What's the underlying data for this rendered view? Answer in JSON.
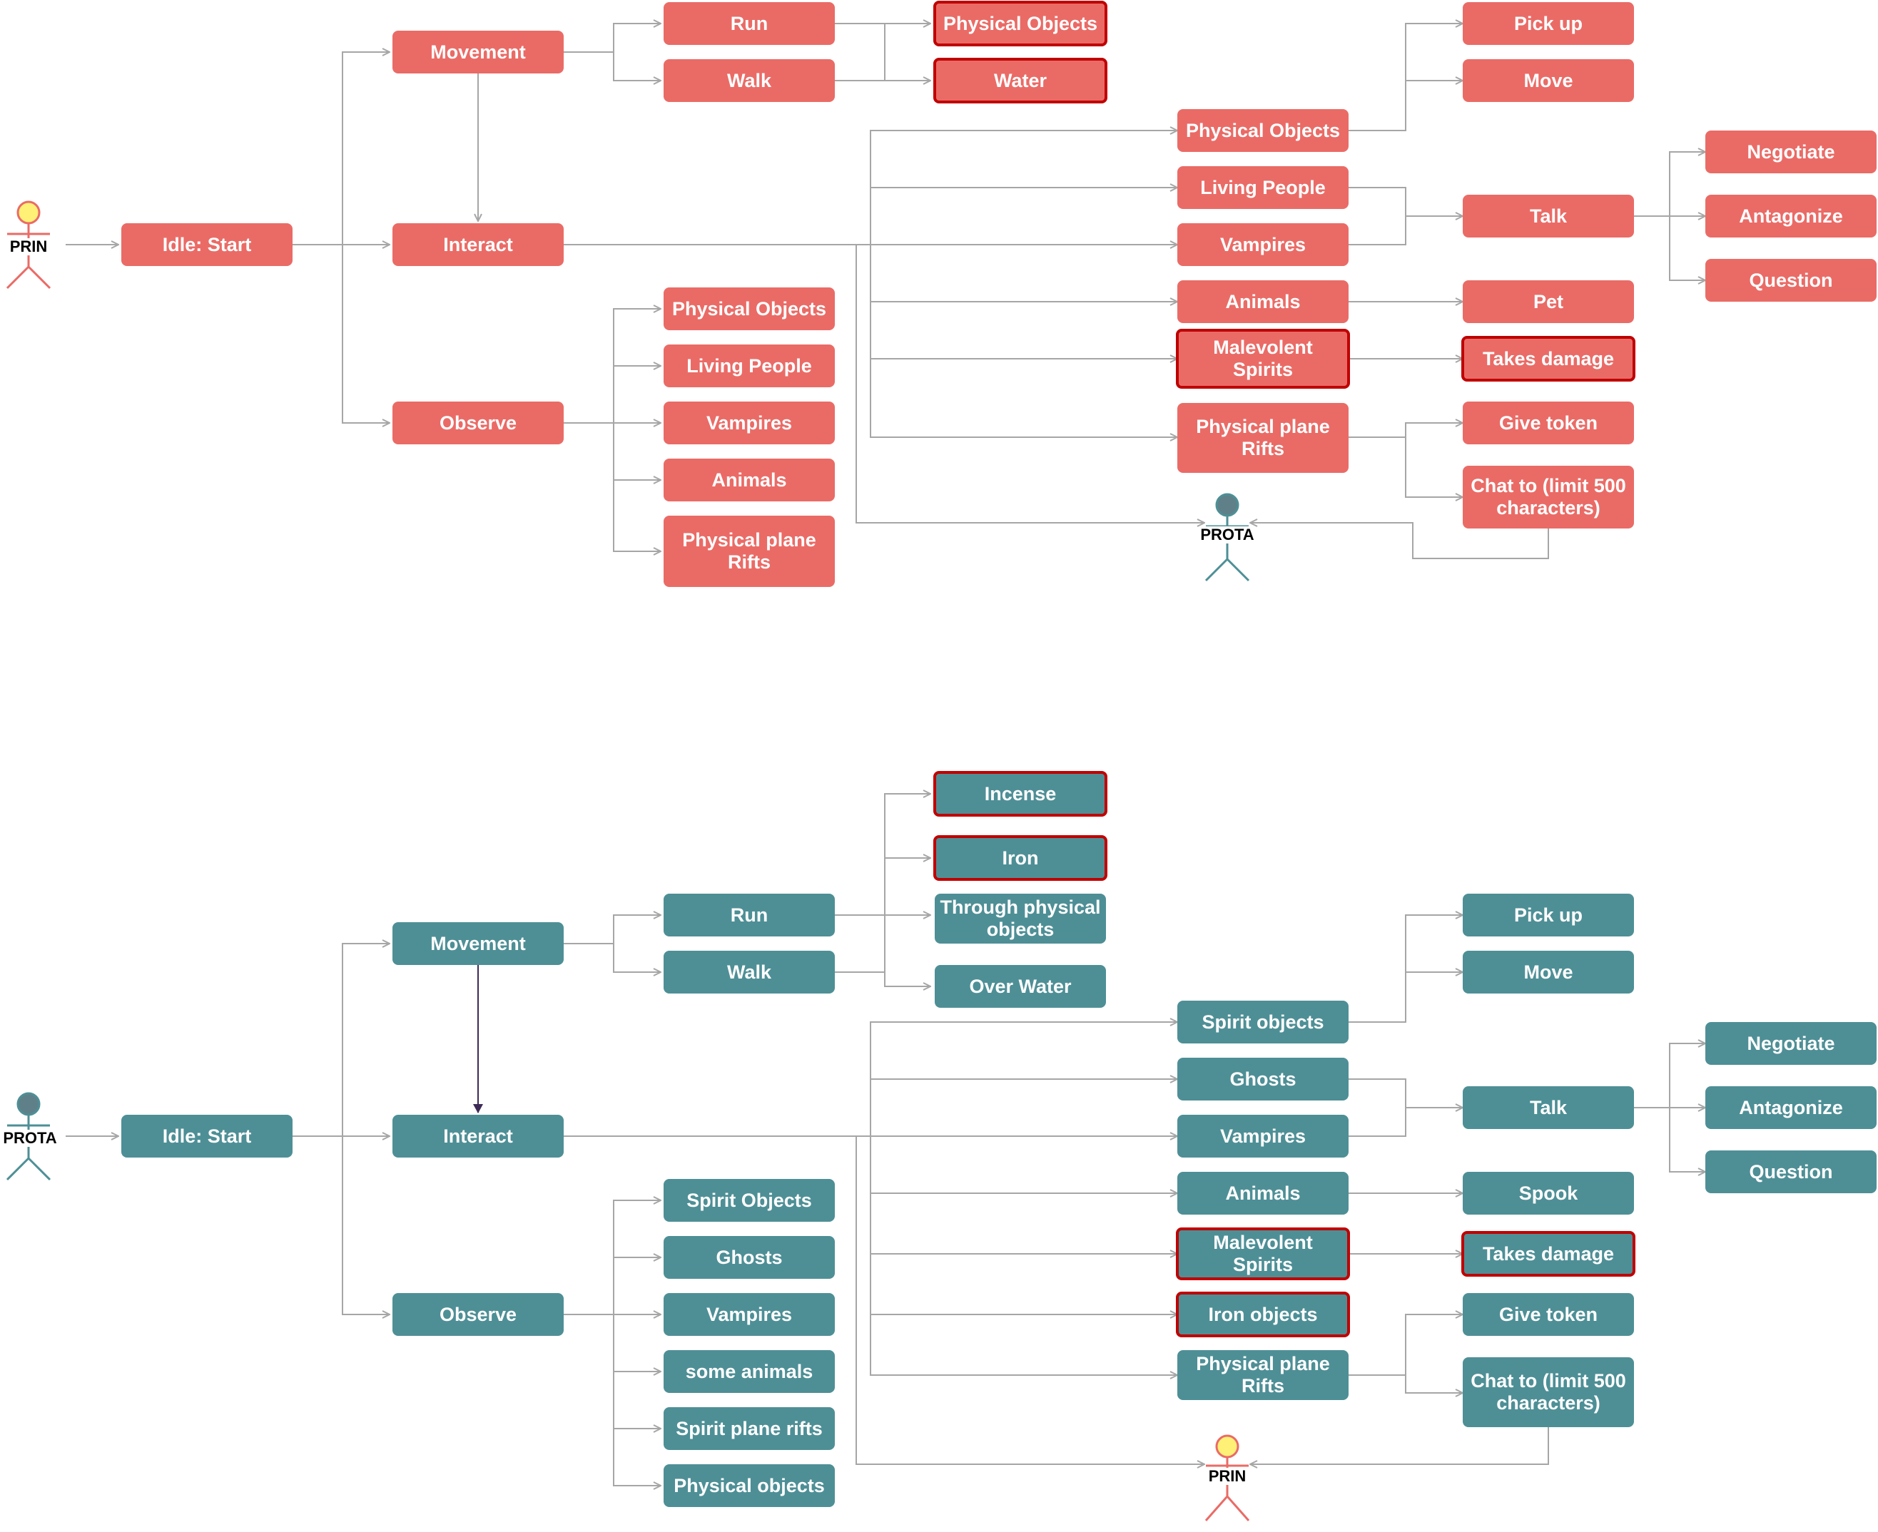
{
  "colors": {
    "red": "#EA6B66",
    "teal": "#4E8F96",
    "highlight_border": "#C00000",
    "edge": "#A6A6A6",
    "edge_dark": "#3D2B56",
    "actor_head_prin": "#FFF176",
    "actor_head_prota": "#5F8088"
  },
  "top": {
    "actor_start": "PRIN",
    "actor_end": "PROTA",
    "idle": "Idle: Start",
    "movement": "Movement",
    "interact": "Interact",
    "observe": "Observe",
    "run": "Run",
    "walk": "Walk",
    "move_target_1": "Physical Objects",
    "move_target_2": "Water",
    "obs_1": "Physical Objects",
    "obs_2": "Living People",
    "obs_3": "Vampires",
    "obs_4": "Animals",
    "obs_5": "Physical plane Rifts",
    "int_1": "Physical Objects",
    "int_2": "Living People",
    "int_3": "Vampires",
    "int_4": "Animals",
    "int_5": "Malevolent Spirits",
    "int_6": "Physical plane Rifts",
    "pickup": "Pick up",
    "move": "Move",
    "talk": "Talk",
    "pet": "Pet",
    "takes_damage": "Takes damage",
    "give_token": "Give token",
    "chat": "Chat to (limit 500 characters)",
    "negotiate": "Negotiate",
    "antagonize": "Antagonize",
    "question": "Question"
  },
  "bottom": {
    "actor_start": "PROTA",
    "actor_end": "PRIN",
    "idle": "Idle: Start",
    "movement": "Movement",
    "interact": "Interact",
    "observe": "Observe",
    "run": "Run",
    "walk": "Walk",
    "move_target_1": "Incense",
    "move_target_2": "Iron",
    "move_target_3": "Through physical objects",
    "move_target_4": "Over Water",
    "obs_1": "Spirit Objects",
    "obs_2": "Ghosts",
    "obs_3": "Vampires",
    "obs_4": "some animals",
    "obs_5": "Spirit plane rifts",
    "obs_6": "Physical objects",
    "int_1": "Spirit objects",
    "int_2": "Ghosts",
    "int_3": "Vampires",
    "int_4": "Animals",
    "int_5": "Malevolent Spirits",
    "int_6": "Iron objects",
    "int_7": "Physical plane Rifts",
    "pickup": "Pick up",
    "move": "Move",
    "talk": "Talk",
    "spook": "Spook",
    "takes_damage": "Takes damage",
    "give_token": "Give token",
    "chat": "Chat to (limit 500 characters)",
    "negotiate": "Negotiate",
    "antagonize": "Antagonize",
    "question": "Question"
  }
}
